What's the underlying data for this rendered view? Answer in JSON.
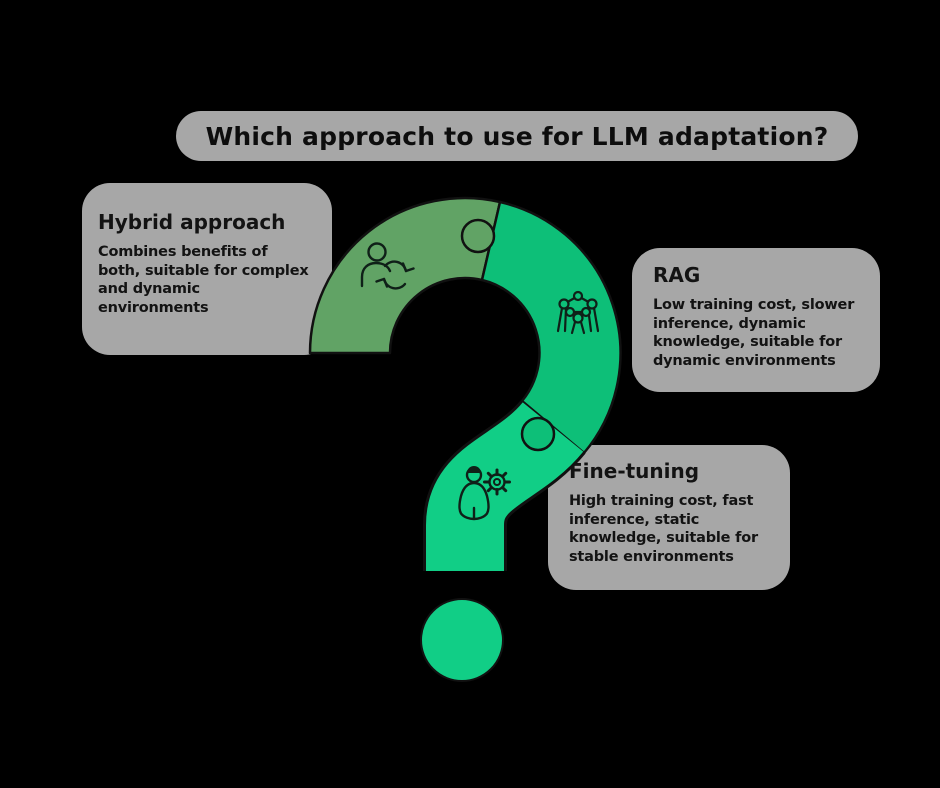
{
  "title_banner": {
    "text": "Which approach to use for LLM adaptation?"
  },
  "cards": [
    {
      "id": "hybrid",
      "title": "Hybrid approach",
      "icon": "person-sync-icon",
      "body_lines": [
        "Combines benefits of",
        "both, suitable for complex",
        "and dynamic",
        "environments"
      ]
    },
    {
      "id": "rag",
      "title": "RAG",
      "icon": "team-network-icon",
      "body_lines": [
        "Low training cost, slower",
        "inference, dynamic",
        "knowledge, suitable for",
        "dynamic environments"
      ]
    },
    {
      "id": "fine_tuning",
      "title": "Fine-tuning",
      "icon": "person-gear-icon",
      "body_lines": [
        "High training cost, fast",
        "inference, static",
        "knowledge, suitable for",
        "stable environments"
      ]
    }
  ],
  "question_mark": {
    "description": "question mark built from three puzzle pieces and a dot",
    "segments": [
      {
        "name": "hybrid-piece",
        "color_key": "sage_green",
        "icon": "person-sync-icon"
      },
      {
        "name": "rag-piece",
        "color_key": "emerald_green",
        "icon": "team-network-icon"
      },
      {
        "name": "fine-tuning-piece",
        "color_key": "light_green",
        "icon": "person-gear-icon"
      },
      {
        "name": "dot",
        "color_key": "light_green"
      }
    ]
  },
  "colors": {
    "background": "#000000",
    "panel_gray": "#A7A7A7",
    "text_dark": "#131313",
    "sage_green": "#61A365",
    "emerald_green": "#0DBF78",
    "light_green": "#11CE86",
    "outline_black": "#111111",
    "icon_stroke": "#0F2018"
  }
}
